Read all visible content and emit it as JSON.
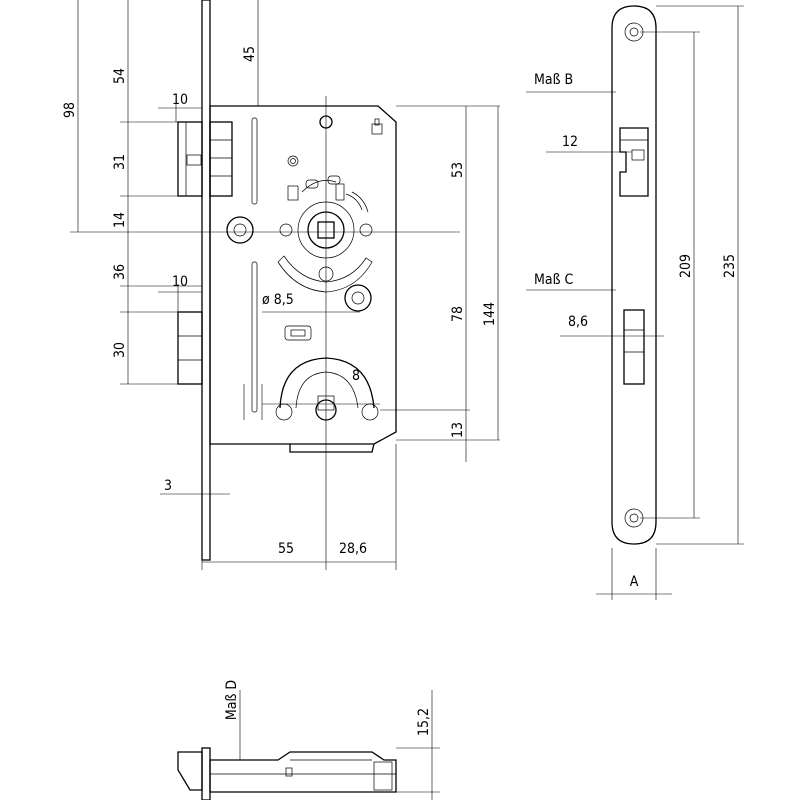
{
  "front_view": {
    "dims": {
      "d98": "98",
      "d54": "54",
      "d45": "45",
      "d10_top": "10",
      "d31": "31",
      "d14": "14",
      "d53": "53",
      "d36": "36",
      "d10_mid": "10",
      "d8_5": "ø 8,5",
      "d78": "78",
      "d144": "144",
      "d30": "30",
      "d8": "8",
      "d13": "13",
      "d3": "3",
      "d55": "55",
      "d28_6": "28,6"
    }
  },
  "side_view": {
    "dims": {
      "mass_b": "Maß B",
      "d12": "12",
      "mass_c": "Maß C",
      "d8_6": "8,6",
      "d209": "209",
      "d235": "235",
      "a": "A"
    }
  },
  "bottom_view": {
    "dims": {
      "mass_d": "Maß D",
      "d15_2": "15,2"
    }
  }
}
